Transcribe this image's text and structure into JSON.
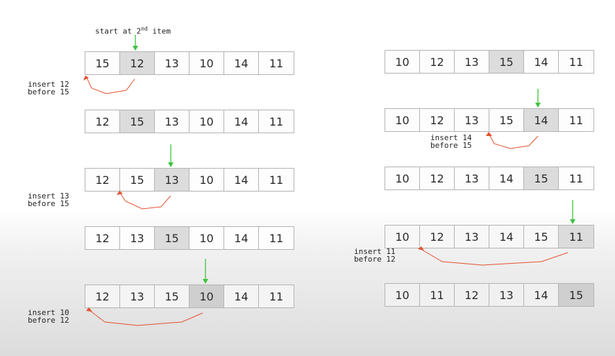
{
  "title_label": {
    "prefix": "start at 2",
    "sup": "nd",
    "suffix": " item"
  },
  "colors": {
    "pointer_arrow": "#3cc43c",
    "insert_arrow": "#e5502e",
    "highlight_cell": "#dcdcdc",
    "cell_border": "#b3b3b3"
  },
  "left_column": [
    {
      "values": [
        "15",
        "12",
        "13",
        "10",
        "14",
        "11"
      ],
      "highlight": 1,
      "pointer": true,
      "note": [
        "insert 12",
        "before 15"
      ]
    },
    {
      "values": [
        "12",
        "15",
        "13",
        "10",
        "14",
        "11"
      ],
      "highlight": 1
    },
    {
      "values": [
        "12",
        "15",
        "13",
        "10",
        "14",
        "11"
      ],
      "highlight": 2,
      "pointer": true,
      "note": [
        "insert 13",
        "before 15"
      ]
    },
    {
      "values": [
        "12",
        "13",
        "15",
        "10",
        "14",
        "11"
      ],
      "highlight": 2
    },
    {
      "values": [
        "12",
        "13",
        "15",
        "10",
        "14",
        "11"
      ],
      "highlight": 3,
      "pointer": true,
      "note": [
        "insert 10",
        "before 12"
      ]
    }
  ],
  "right_column": [
    {
      "values": [
        "10",
        "12",
        "13",
        "15",
        "14",
        "11"
      ],
      "highlight": 3
    },
    {
      "values": [
        "10",
        "12",
        "13",
        "15",
        "14",
        "11"
      ],
      "highlight": 4,
      "pointer": true,
      "note": [
        "insert 14",
        "before 15"
      ]
    },
    {
      "values": [
        "10",
        "12",
        "13",
        "14",
        "15",
        "11"
      ],
      "highlight": 4
    },
    {
      "values": [
        "10",
        "12",
        "13",
        "14",
        "15",
        "11"
      ],
      "highlight": 5,
      "pointer": true,
      "note": [
        "insert 11",
        "before 12"
      ]
    },
    {
      "values": [
        "10",
        "11",
        "12",
        "13",
        "14",
        "15"
      ],
      "highlight": 5
    }
  ]
}
